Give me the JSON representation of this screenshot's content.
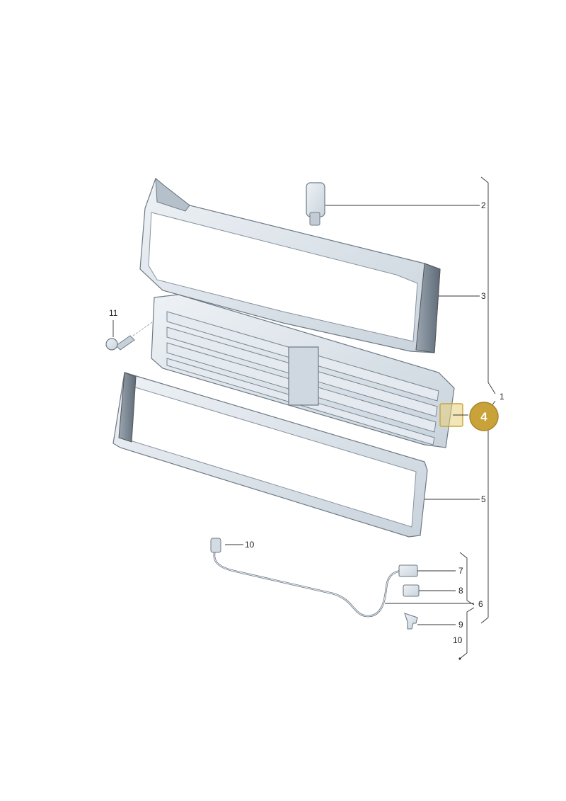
{
  "callouts": {
    "c1": "1",
    "c2": "2",
    "c3": "3",
    "c4": "4",
    "c5": "5",
    "c6": "6",
    "c7": "7",
    "c8": "8",
    "c9": "9",
    "c10a": "10",
    "c10b": "10",
    "c11": "11"
  },
  "highlight": {
    "part": "4",
    "color": "#c9a33a"
  },
  "colors": {
    "part_fill": "#dde5ec",
    "part_dark": "#7c8893",
    "leader": "#333333"
  }
}
